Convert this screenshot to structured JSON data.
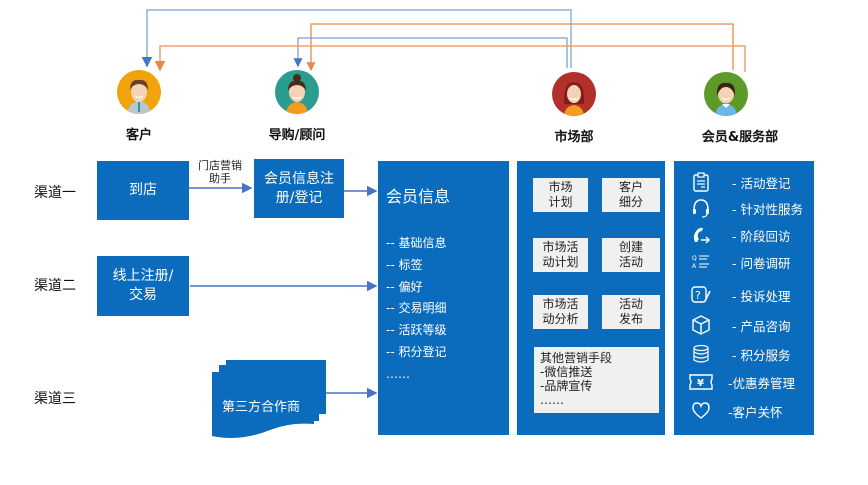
{
  "roles": [
    {
      "id": "customer",
      "label": "客户",
      "color": "#f0a30a"
    },
    {
      "id": "guide",
      "label": "导购/顾问",
      "color": "#2a9d8f"
    },
    {
      "id": "marketing",
      "label": "市场部",
      "color": "#b0302a"
    },
    {
      "id": "service",
      "label": "会员&服务部",
      "color": "#5e9a2a"
    }
  ],
  "channels": [
    {
      "label": "渠道一",
      "source": "到店",
      "edge_label": "门店营销\n助手",
      "step": "会员信息注册/登记"
    },
    {
      "label": "渠道二",
      "source": "线上注册/交易"
    },
    {
      "label": "渠道三",
      "source": "第三方合作商"
    }
  ],
  "member_info": {
    "title": "会员信息",
    "items": [
      "-- 基础信息",
      "-- 标签",
      "-- 偏好",
      "-- 交易明细",
      "-- 活跃等级",
      "-- 积分登记",
      "……"
    ]
  },
  "marketing_flow": {
    "nodes": {
      "plan": "市场\n计划",
      "segment": "客户\n细分",
      "activity_plan": "市场活\n动计划",
      "create": "创建\n活动",
      "analysis": "市场活\n动分析",
      "publish": "活动\n发布"
    },
    "other": {
      "title": "其他营销手段",
      "items": [
        "-微信推送",
        "-品牌宣传",
        "……"
      ]
    }
  },
  "services": [
    {
      "icon": "clipboard-icon",
      "label": "- 活动登记"
    },
    {
      "icon": "headset-icon",
      "label": "- 针对性服务"
    },
    {
      "icon": "phone-callback-icon",
      "label": "- 阶段回访"
    },
    {
      "icon": "qa-survey-icon",
      "label": "- 问卷调研"
    },
    {
      "icon": "question-edit-icon",
      "label": "- 投诉处理"
    },
    {
      "icon": "box-icon",
      "label": "- 产品咨询"
    },
    {
      "icon": "coins-stack-icon",
      "label": "- 积分服务"
    },
    {
      "icon": "coupon-icon",
      "label": "-优惠券管理"
    },
    {
      "icon": "heart-icon",
      "label": "-客户关怀"
    }
  ],
  "colors": {
    "box_blue": "#0b6cbe",
    "arrow_blue": "#4a72c4",
    "line_orange": "#e8894a",
    "line_lightblue": "#8fb0d8"
  }
}
